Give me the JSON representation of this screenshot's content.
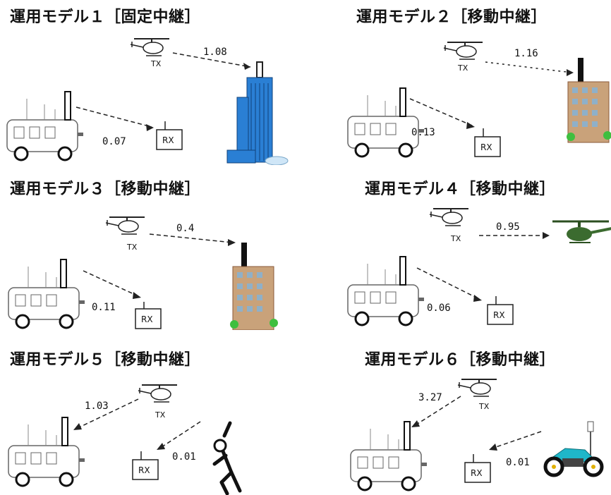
{
  "panels": [
    {
      "title": "運用モデル１［固定中継］",
      "tx_label": "TX",
      "rx_label": "RX",
      "link_upper": "1.08",
      "link_lower": "0.07"
    },
    {
      "title": "運用モデル２［移動中継］",
      "tx_label": "TX",
      "rx_label": "RX",
      "link_upper": "1.16",
      "link_lower": "0.13"
    },
    {
      "title": "運用モデル３［移動中継］",
      "tx_label": "TX",
      "rx_label": "RX",
      "link_upper": "0.4",
      "link_lower": "0.11"
    },
    {
      "title": "運用モデル４［移動中継］",
      "tx_label": "TX",
      "rx_label": "RX",
      "link_upper": "0.95",
      "link_lower": "0.06"
    },
    {
      "title": "運用モデル５［移動中継］",
      "tx_label": "TX",
      "rx_label": "RX",
      "link_upper": "1.03",
      "link_lower": "0.01"
    },
    {
      "title": "運用モデル６［移動中継］",
      "tx_label": "TX",
      "rx_label": "RX",
      "link_upper": "3.27",
      "link_lower": "0.01"
    }
  ],
  "icons": {
    "transmitter": "helicopter-icon",
    "van": "relay-van-icon",
    "receiver": "rx-box-icon",
    "relay_skyscraper": "skyscraper-icon",
    "relay_building": "office-building-icon",
    "relay_helicopter": "military-helicopter-icon",
    "relay_person": "person-antenna-icon",
    "relay_motorcycle": "motorcycle-icon"
  },
  "colors": {
    "skyscraper": "#2a7fd4",
    "building": "#c9a27a",
    "military_helicopter": "#3b6b2f",
    "motorcycle": "#1fb7c9",
    "foliage": "#3fbf3f"
  }
}
